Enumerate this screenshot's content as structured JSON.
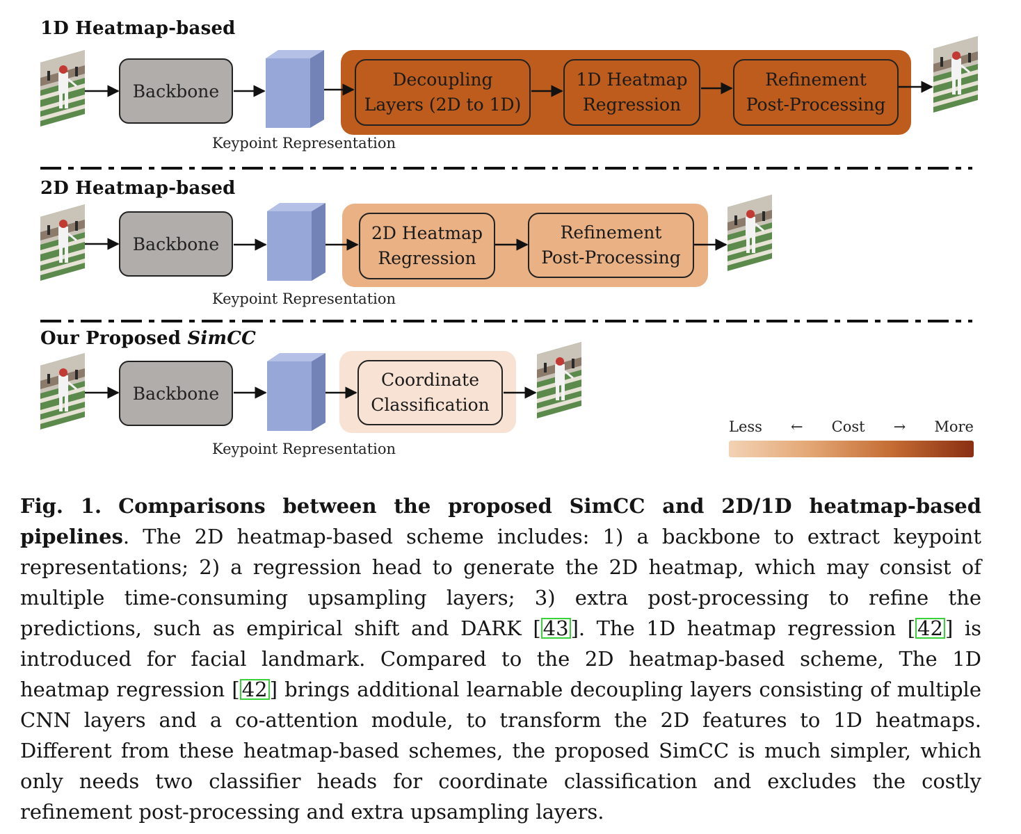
{
  "sections": [
    {
      "title": "1D Heatmap-based",
      "backbone_label": "Backbone",
      "keypoint_label": "Keypoint Representation",
      "stages": [
        "Decoupling\nLayers (2D to 1D)",
        "1D Heatmap\nRegression",
        "Refinement\nPost-Processing"
      ],
      "container_color": "#bd5c1c"
    },
    {
      "title": "2D Heatmap-based",
      "backbone_label": "Backbone",
      "keypoint_label": "Keypoint Representation",
      "stages": [
        "2D Heatmap\nRegression",
        "Refinement\nPost-Processing"
      ],
      "container_color": "#eab184"
    },
    {
      "title_prefix": "Our Proposed ",
      "title_emphasis": "SimCC",
      "backbone_label": "Backbone",
      "keypoint_label": "Keypoint Representation",
      "stages": [
        "Coordinate\nClassification"
      ],
      "container_color": "#f7e2d3"
    }
  ],
  "cost_legend": {
    "less": "Less",
    "left_arrow": "←",
    "cost": "Cost",
    "right_arrow": "→",
    "more": "More"
  },
  "caption": {
    "fig_label": "Fig. 1.",
    "fig_title": "Comparisons between the proposed SimCC and 2D/1D heatmap-based pipelines",
    "text_1": ". The 2D heatmap-based scheme includes: 1) a backbone to extract keypoint representations; 2) a regression head to generate the 2D heatmap, which may consist of multiple time-consuming upsampling layers; 3) extra post-processing to refine the predictions, such as empirical shift and DARK [",
    "cite_1": "43",
    "text_2": "]. The 1D heatmap regression [",
    "cite_2": "42",
    "text_3": "] is introduced for facial landmark. Compared to the 2D heatmap-based scheme, The 1D heatmap regression [",
    "cite_3": "42",
    "text_4": "] brings additional learnable decoupling layers consisting of multiple CNN layers and a co-attention module, to transform the 2D features to 1D heatmaps. Different from these heatmap-based schemes, the proposed SimCC is much simpler, which only needs two classifier heads for coordinate classification and excludes the costly refinement post-processing and extra upsampling layers."
  },
  "colors": {
    "backbone": "#b0adab",
    "cube_front": "#97a7d8",
    "cube_top": "#b4c0e6",
    "cube_side": "#7383b8",
    "citation_box": "#3ad13a"
  }
}
